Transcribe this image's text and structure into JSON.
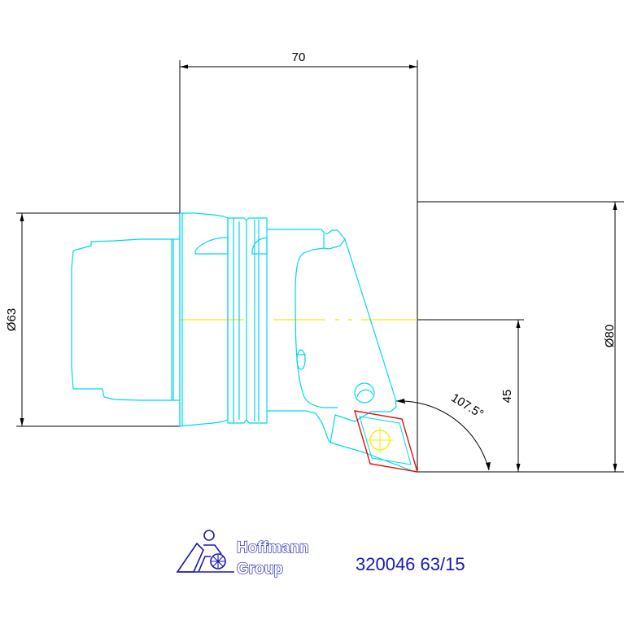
{
  "dimensions": {
    "length": "70",
    "shank_diameter": "Ø63",
    "outer_diameter": "Ø80",
    "height": "45",
    "angle": "107.5°"
  },
  "brand": {
    "line1": "Hoffmann",
    "line2": "Group"
  },
  "part_number": "320046 63/15",
  "colors": {
    "dimension_lines": "#000000",
    "tool_outline": "#00d8ea",
    "center_line": "#f5ec00",
    "insert": "#e01010",
    "insert_hole": "#f5ec00",
    "brand": "#1818b4"
  },
  "icons": [
    "hoffmann-group-logo-icon"
  ]
}
